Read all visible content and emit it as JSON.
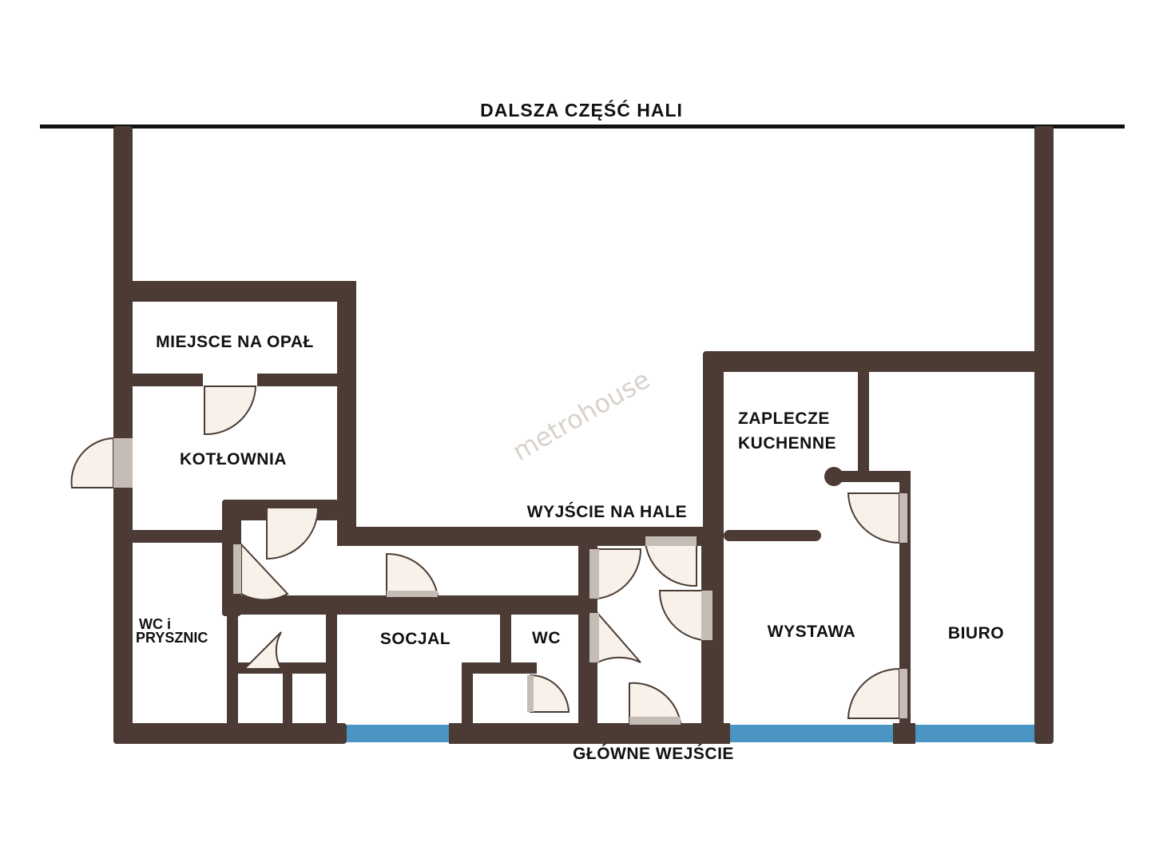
{
  "labels": {
    "top": "DALSZA CZĘŚĆ HALI",
    "bottom": "GŁÓWNE WEJŚCIE",
    "fuel": "MIEJSCE NA OPAŁ",
    "boiler": "KOTŁOWNIA",
    "hall_exit": "WYJŚCIE NA HALE",
    "kitchen_line1": "ZAPLECZE",
    "kitchen_line2": "KUCHENNE",
    "wc_shower_line1": "WC i",
    "wc_shower_line2": "PRYSZNIC",
    "social": "SOCJAL",
    "wc": "WC",
    "showroom": "WYSTAWA",
    "office": "BIURO"
  },
  "watermark": "metrohouse",
  "colors": {
    "wall": "#4b3b34",
    "window": "#4a95c4",
    "door_leaf": "#c6bcb6"
  }
}
